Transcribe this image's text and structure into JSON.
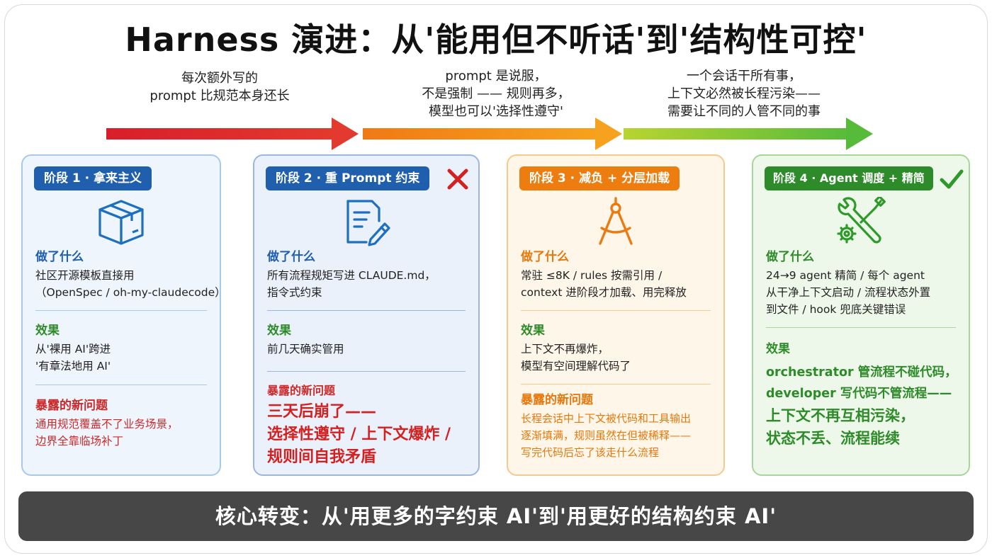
{
  "title": "Harness 演进：从'能用但不听话'到'结构性可控'",
  "transitions": [
    {
      "lines": [
        "每次额外写的",
        "prompt 比规范本身还长"
      ]
    },
    {
      "lines": [
        "prompt 是说服，",
        "不是强制 —— 规则再多，",
        "模型也可以'选择性遵守'"
      ]
    },
    {
      "lines": [
        "一个会话干所有事，",
        "上下文必然被长程污染——",
        "需要让不同的人管不同的事"
      ]
    }
  ],
  "stages": [
    {
      "badge": "阶段 1 · 拿来主义",
      "icon": "box-icon",
      "color": "#1f5fae",
      "did_title": "做了什么",
      "did": [
        "社区开源模板直接用",
        "（OpenSpec / oh-my-claudecode）"
      ],
      "effect_title": "效果",
      "effect": [
        "从'裸用 AI'跨进",
        "'有章法地用 AI'"
      ],
      "issue_title": "暴露的新问题",
      "issue": [
        "通用规范覆盖不了业务场景，",
        "边界全靠临场补丁"
      ]
    },
    {
      "badge": "阶段 2 · 重 Prompt 约束",
      "icon": "document-edit-icon",
      "status": "failed-x-icon",
      "color": "#1f5fae",
      "did_title": "做了什么",
      "did": [
        "所有流程规矩写进 CLAUDE.md，",
        "指令式约束"
      ],
      "effect_title": "效果",
      "effect": [
        "前几天确实管用"
      ],
      "issue_title": "暴露的新问题",
      "issue": [
        "三天后崩了——",
        "选择性遵守 / 上下文爆炸 /",
        "规则间自我矛盾"
      ]
    },
    {
      "badge": "阶段 3 · 减负 + 分层加载",
      "icon": "compass-icon",
      "color": "#e8780c",
      "did_title": "做了什么",
      "did": [
        "常驻 ≤8K / rules 按需引用 /",
        "context 进阶段才加载、用完释放"
      ],
      "effect_title": "效果",
      "effect": [
        "上下文不再爆炸，",
        "模型有空间理解代码了"
      ],
      "issue_title": "暴露的新问题",
      "issue": [
        "长程会话中上下文被代码和工具输出",
        "逐渐填满，规则虽然在但被稀释——",
        "写完代码后忘了该走什么流程"
      ]
    },
    {
      "badge": "阶段 4 · Agent 调度 + 精简",
      "icon": "tools-gear-icon",
      "status": "success-check-icon",
      "color": "#2e8b2a",
      "did_title": "做了什么",
      "did": [
        "24→9 agent 精简 / 每个 agent",
        "从干净上下文启动 / 流程状态外置",
        "到文件 / hook 兜底关键错误"
      ],
      "effect_title": "效果",
      "effect": [
        "orchestrator 管流程不碰代码，",
        "developer 写代码不管流程——",
        "上下文不再互相污染，",
        "状态不丢、流程能续"
      ]
    }
  ],
  "conclusion": "核心转变：从'用更多的字约束 AI'到'用更好的结构约束 AI'"
}
